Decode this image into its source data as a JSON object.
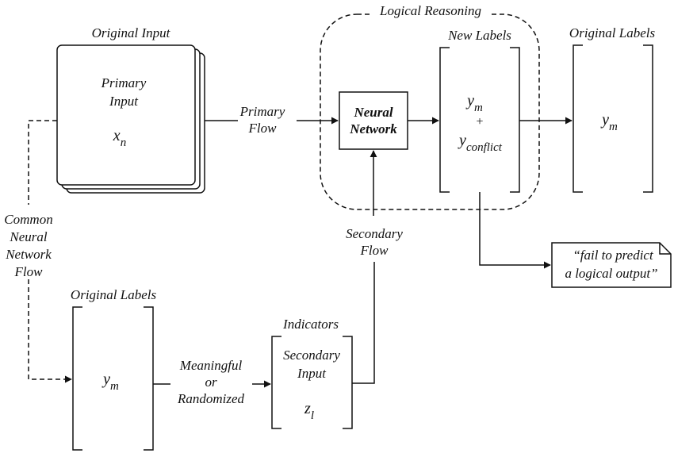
{
  "original_input": {
    "title": "Original Input",
    "line1": "Primary",
    "line2": "Input",
    "var": "x",
    "sub": "n"
  },
  "primary_flow": {
    "line1": "Primary",
    "line2": "Flow"
  },
  "logical_reasoning": {
    "title": "Logical Reasoning"
  },
  "neural_network": {
    "line1": "Neural",
    "line2": "Network"
  },
  "new_labels": {
    "title": "New Labels",
    "var1": "y",
    "sub1": "m",
    "plus": "+",
    "var2": "y",
    "sub2": "conflict"
  },
  "original_labels_top": {
    "title": "Original Labels",
    "var": "y",
    "sub": "m"
  },
  "common_flow": {
    "line1": "Common",
    "line2": "Neural",
    "line3": "Network",
    "line4": "Flow"
  },
  "secondary_flow": {
    "line1": "Secondary",
    "line2": "Flow"
  },
  "fail_note": {
    "line1": "“fail to predict",
    "line2": "a logical output”"
  },
  "original_labels_bottom": {
    "title": "Original Labels",
    "var": "y",
    "sub": "m"
  },
  "transform": {
    "line1": "Meaningful",
    "line2": "or",
    "line3": "Randomized"
  },
  "indicators": {
    "title": "Indicators",
    "line1": "Secondary",
    "line2": "Input",
    "var": "z",
    "sub": "l"
  }
}
